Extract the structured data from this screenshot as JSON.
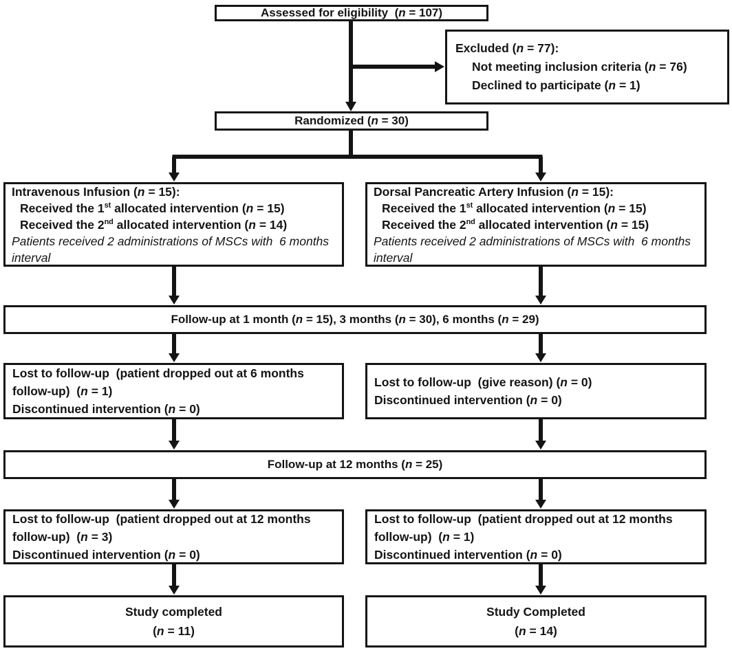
{
  "colors": {
    "ink": "#141414",
    "background": "#ffffff"
  },
  "boxes": {
    "assessed": {
      "lines": [
        {
          "seg": [
            {
              "t": "Assessed for eligibility  ("
            },
            {
              "t": "n",
              "i": 1
            },
            {
              "t": " = 107)"
            }
          ]
        }
      ]
    },
    "excluded": {
      "lines": [
        {
          "seg": [
            {
              "t": "Excluded ("
            },
            {
              "t": "n",
              "i": 1
            },
            {
              "t": " = 77):"
            }
          ]
        },
        {
          "ind": 1,
          "seg": [
            {
              "t": "Not meeting inclusion criteria ("
            },
            {
              "t": "n",
              "i": 1
            },
            {
              "t": " = 76)"
            }
          ]
        },
        {
          "ind": 1,
          "seg": [
            {
              "t": "Declined to participate ("
            },
            {
              "t": "n",
              "i": 1
            },
            {
              "t": " = 1)"
            }
          ]
        }
      ]
    },
    "randomized": {
      "lines": [
        {
          "seg": [
            {
              "t": "Randomized ("
            },
            {
              "t": "n",
              "i": 1
            },
            {
              "t": " = 30)"
            }
          ]
        }
      ]
    },
    "arm_left": {
      "lines": [
        {
          "seg": [
            {
              "t": "Intravenous Infusion ("
            },
            {
              "t": "n",
              "i": 1
            },
            {
              "t": " = 15):"
            }
          ]
        },
        {
          "ind": 1,
          "seg": [
            {
              "t": "Received the 1"
            },
            {
              "t": "st",
              "sup": 1
            },
            {
              "t": " allocated intervention ("
            },
            {
              "t": "n",
              "i": 1
            },
            {
              "t": " = 15)"
            }
          ]
        },
        {
          "ind": 1,
          "seg": [
            {
              "t": "Received the 2"
            },
            {
              "t": "nd",
              "sup": 1
            },
            {
              "t": " allocated intervention ("
            },
            {
              "t": "n",
              "i": 1
            },
            {
              "t": " = 14)"
            }
          ]
        },
        {
          "seg": [
            {
              "t": "Patients received 2 administrations of MSCs with  6 months interval",
              "i": 1,
              "nb": 1
            }
          ]
        }
      ]
    },
    "arm_right": {
      "lines": [
        {
          "seg": [
            {
              "t": "Dorsal Pancreatic Artery Infusion ("
            },
            {
              "t": "n",
              "i": 1
            },
            {
              "t": " = 15):"
            }
          ]
        },
        {
          "ind": 1,
          "seg": [
            {
              "t": "Received the 1"
            },
            {
              "t": "st",
              "sup": 1
            },
            {
              "t": " allocated intervention ("
            },
            {
              "t": "n",
              "i": 1
            },
            {
              "t": " = 15)"
            }
          ]
        },
        {
          "ind": 1,
          "seg": [
            {
              "t": "Received the 2"
            },
            {
              "t": "nd",
              "sup": 1
            },
            {
              "t": " allocated intervention ("
            },
            {
              "t": "n",
              "i": 1
            },
            {
              "t": " = 15)"
            }
          ]
        },
        {
          "seg": [
            {
              "t": "Patients received 2 administrations of MSCs with  6 months interval",
              "i": 1,
              "nb": 1
            }
          ]
        }
      ]
    },
    "followup1": {
      "lines": [
        {
          "seg": [
            {
              "t": "Follow-up at 1 month ("
            },
            {
              "t": "n",
              "i": 1
            },
            {
              "t": " = 15), 3 months ("
            },
            {
              "t": "n",
              "i": 1
            },
            {
              "t": " = 30), 6 months ("
            },
            {
              "t": "n",
              "i": 1
            },
            {
              "t": " = 29)"
            }
          ]
        }
      ]
    },
    "lost1_left": {
      "lines": [
        {
          "seg": [
            {
              "t": "Lost to follow-up  (patient dropped out at 6 months follow-up)  ("
            },
            {
              "t": "n",
              "i": 1
            },
            {
              "t": " = 1)"
            }
          ]
        },
        {
          "seg": [
            {
              "t": "Discontinued intervention ("
            },
            {
              "t": "n",
              "i": 1
            },
            {
              "t": " = 0)"
            }
          ]
        }
      ]
    },
    "lost1_right": {
      "lines": [
        {
          "seg": [
            {
              "t": "Lost to follow-up  (give reason) ("
            },
            {
              "t": "n",
              "i": 1
            },
            {
              "t": " = 0)"
            }
          ]
        },
        {
          "seg": [
            {
              "t": "Discontinued intervention ("
            },
            {
              "t": "n",
              "i": 1
            },
            {
              "t": " = 0)"
            }
          ]
        }
      ]
    },
    "followup2": {
      "lines": [
        {
          "seg": [
            {
              "t": "Follow-up at 12 months ("
            },
            {
              "t": "n",
              "i": 1
            },
            {
              "t": " = 25)"
            }
          ]
        }
      ]
    },
    "lost2_left": {
      "lines": [
        {
          "seg": [
            {
              "t": "Lost to follow-up  (patient dropped out at 12 months follow-up)  ("
            },
            {
              "t": "n",
              "i": 1
            },
            {
              "t": " = 3)"
            }
          ]
        },
        {
          "seg": [
            {
              "t": "Discontinued intervention ("
            },
            {
              "t": "n",
              "i": 1
            },
            {
              "t": " = 0)"
            }
          ]
        }
      ]
    },
    "lost2_right": {
      "lines": [
        {
          "seg": [
            {
              "t": "Lost to follow-up  (patient dropped out at 12 months follow-up)  ("
            },
            {
              "t": "n",
              "i": 1
            },
            {
              "t": " = 1)"
            }
          ]
        },
        {
          "seg": [
            {
              "t": "Discontinued intervention ("
            },
            {
              "t": "n",
              "i": 1
            },
            {
              "t": " = 0)"
            }
          ]
        }
      ]
    },
    "study_left": {
      "lines": [
        {
          "seg": [
            {
              "t": "Study completed"
            }
          ]
        },
        {
          "seg": [
            {
              "t": "("
            },
            {
              "t": "n",
              "i": 1
            },
            {
              "t": " = 11)"
            }
          ]
        }
      ]
    },
    "study_right": {
      "lines": [
        {
          "seg": [
            {
              "t": "Study Completed"
            }
          ]
        },
        {
          "seg": [
            {
              "t": "("
            },
            {
              "t": "n",
              "i": 1
            },
            {
              "t": " = 14)"
            }
          ]
        }
      ]
    }
  }
}
